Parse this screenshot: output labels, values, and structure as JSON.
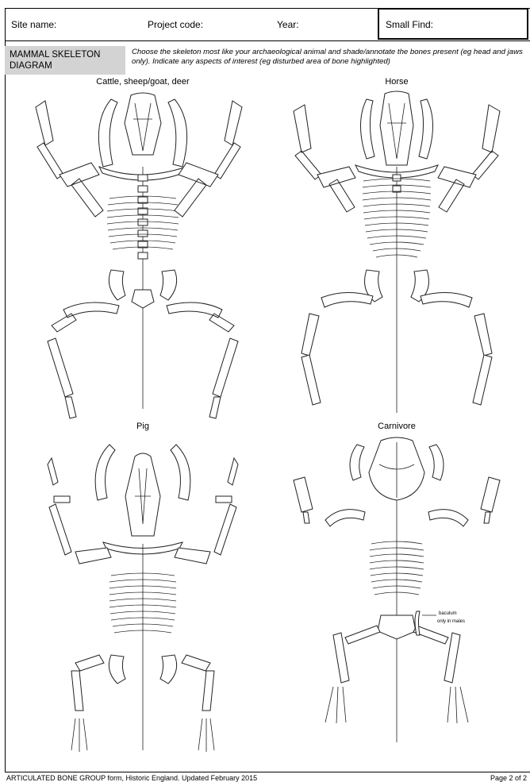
{
  "header": {
    "site_name_label": "Site name:",
    "project_code_label": "Project code:",
    "year_label": "Year:",
    "small_find_label": "Small Find:"
  },
  "section": {
    "title": "MAMMAL SKELETON DIAGRAM",
    "instructions": "Choose the skeleton most like your archaeological animal and shade/annotate the bones present (eg head and jaws only). Indicate any aspects of interest (eg disturbed area of bone highlighted)"
  },
  "diagrams": [
    {
      "caption": "Cattle, sheep/goat, deer"
    },
    {
      "caption": "Horse"
    },
    {
      "caption": "Pig"
    },
    {
      "caption": "Carnivore"
    }
  ],
  "annotations": {
    "baculum_label": "baculum",
    "baculum_note": "only in males"
  },
  "footer": {
    "left": "ARTICULATED BONE GROUP form, Historic England. Updated February 2015",
    "right": "Page 2 of 2"
  }
}
